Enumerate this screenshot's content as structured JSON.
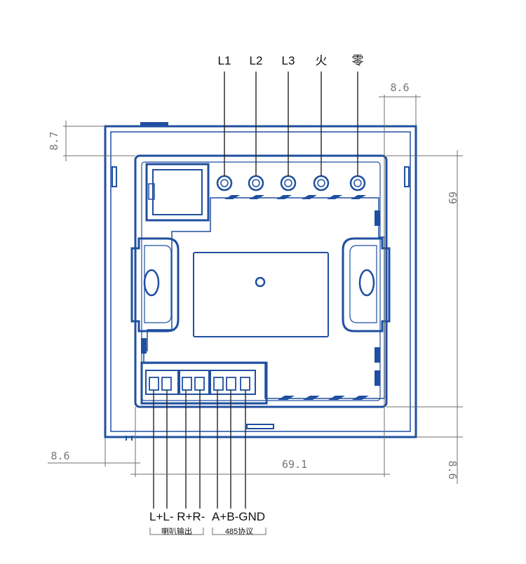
{
  "top_terminals": [
    "L1",
    "L2",
    "L3",
    "火",
    "零"
  ],
  "bottom_pins": {
    "speaker": "L+L- R+R-",
    "rs485": "A+B-GND"
  },
  "bottom_groups": {
    "speaker": "喇叭输出",
    "rs485": "485协议"
  },
  "dimensions": {
    "top_right_offset": "8.6",
    "top_left_offset": "8.7",
    "right_height": "69",
    "left_bottom_offset": "8.6",
    "bottom_width": "69.1",
    "right_bottom_offset": "8.6"
  },
  "colors": {
    "outline": "#1f4fa0",
    "dimension": "#6d6d6d",
    "leads": "#222222"
  }
}
